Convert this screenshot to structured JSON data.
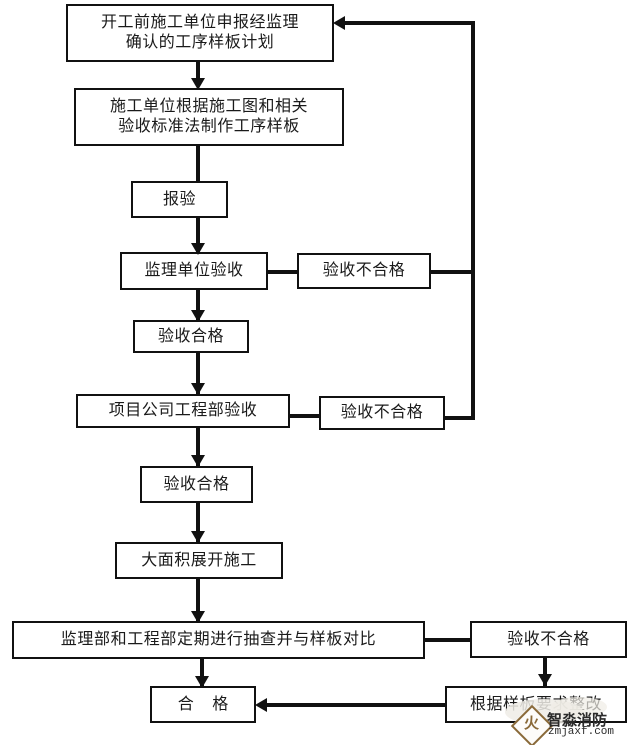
{
  "diagram": {
    "title_text_language": "zh-CN",
    "background_color": "#ffffff",
    "line_color": "#111111",
    "nodes": {
      "declare_plan": "开工前施工单位申报经监理\n确认的工序样板计划",
      "make_sample": "施工单位根据施工图和相关\n验收标准法制作工序样板",
      "report_inspection": "报验",
      "supervisor_acceptance": "监理单位验收",
      "supervisor_reject": "验收不合格",
      "accept_pass_1": "验收合格",
      "project_dept_acceptance": "项目公司工程部验收",
      "project_dept_reject": "验收不合格",
      "accept_pass_2": "验收合格",
      "large_scale_construction": "大面积展开施工",
      "periodic_spot_check": "监理部和工程部定期进行抽查并与样板对比",
      "spot_check_reject": "验收不合格",
      "qualified": "合  格",
      "rectify_per_sample": "根据样板要求整改"
    }
  },
  "watermark": {
    "brand_cn": "智淼消防",
    "url": "zmjaxf.com",
    "mark_glyph": "火"
  }
}
